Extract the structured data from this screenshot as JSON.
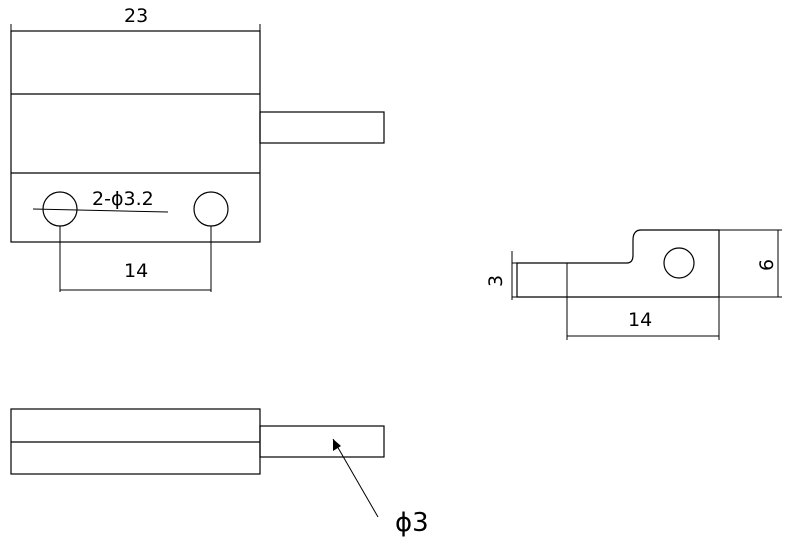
{
  "drawing": {
    "width_label": "23",
    "hole_label": "2-ϕ3.2",
    "hole_spacing_label": "14",
    "bracket_height_label": "3",
    "bracket_length_label": "14",
    "bracket_total_height_label": "6",
    "wire_diameter_label": "ϕ3"
  }
}
